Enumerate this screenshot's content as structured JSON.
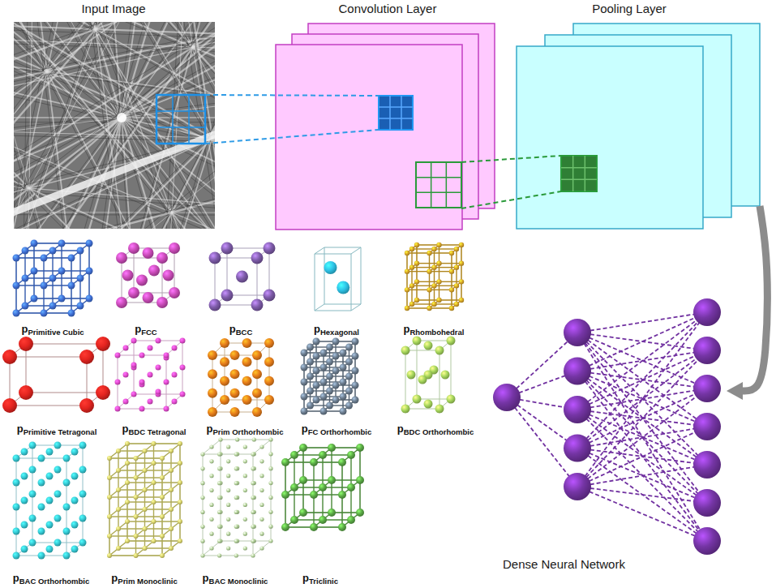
{
  "diagram": {
    "nodes": [
      {
        "text": [
          "Input Image"
        ]
      },
      {
        "text": [
          "Convolution Layer"
        ]
      },
      {
        "text": [
          "Pooling Layer"
        ]
      },
      {
        "text": [
          "Dense Neural Network"
        ]
      }
    ],
    "edges": [
      {
        "from": 2,
        "to": 3,
        "arrow": "to"
      }
    ],
    "labels": [
      "p",
      "Primitive Cubic",
      "p",
      "FCC",
      "p",
      "BCC",
      "p",
      "Hexagonal",
      "p",
      "Rhombohedral",
      "p",
      "Primitive Tetragonal",
      "p",
      "BDC Tetragonal",
      "p",
      "Prim Orthorhombic",
      "p",
      "FC Orthorhombic",
      "p",
      "BDC Orthorhombic",
      "p",
      "BAC Orthorhombic",
      "p",
      "Prim Monoclinic",
      "p",
      "BAC Monoclinic",
      "p",
      "Triclinic"
    ]
  }
}
